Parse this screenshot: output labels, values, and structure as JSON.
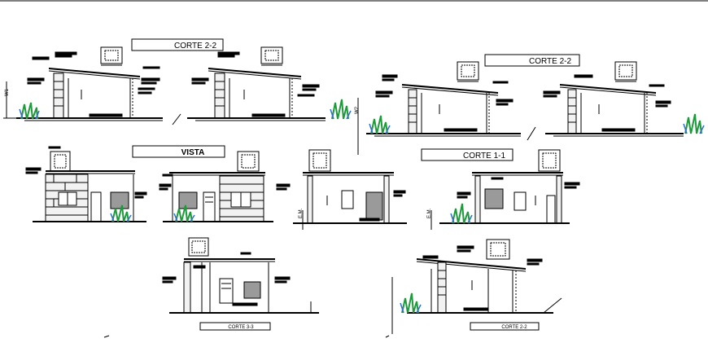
{
  "colors": {
    "line": "#000000",
    "background": "#ffffff",
    "plant_green": "#1e9a3c",
    "plant_blue": "#2b6fd6",
    "brick_fill": "#f2f2f2",
    "glass_fill": "#9a9a9a"
  },
  "titles": {
    "corte_2_2_top": "CORTE  2-2",
    "corte_2_2_right": "CORTE  2-2",
    "vista": "VISTA",
    "corte_1_1": "CORTE  1-1",
    "corte_3_3": "CORTE  3-3",
    "corte_2_2_bottom": "CORTE  2-2"
  },
  "dimension_labels": {
    "w1": "W1",
    "w2": "W2",
    "e1": "E.M.",
    "e2": "E.M."
  }
}
